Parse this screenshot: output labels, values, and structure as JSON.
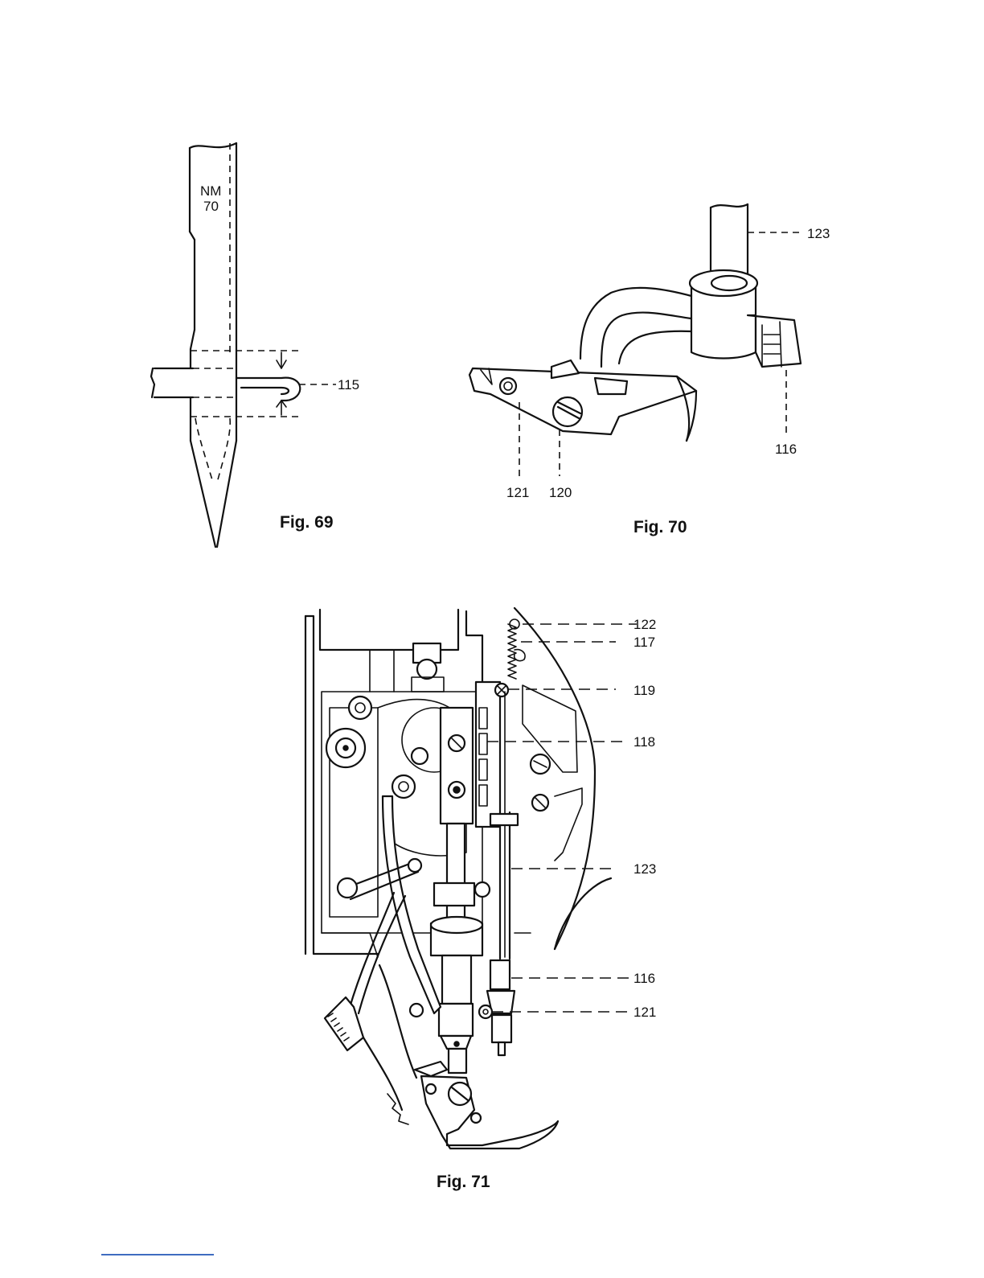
{
  "fig69": {
    "caption": "Fig. 69",
    "needle_size": "NM",
    "needle_number": "70",
    "part_label": "115"
  },
  "fig70": {
    "caption": "Fig. 70",
    "labels": {
      "p123": "123",
      "p116": "116",
      "p121": "121",
      "p120": "120"
    }
  },
  "fig71": {
    "caption": "Fig. 71",
    "labels": {
      "p122": "122",
      "p117": "117",
      "p119": "119",
      "p118": "118",
      "p123": "123",
      "p116": "116",
      "p121": "121"
    }
  }
}
